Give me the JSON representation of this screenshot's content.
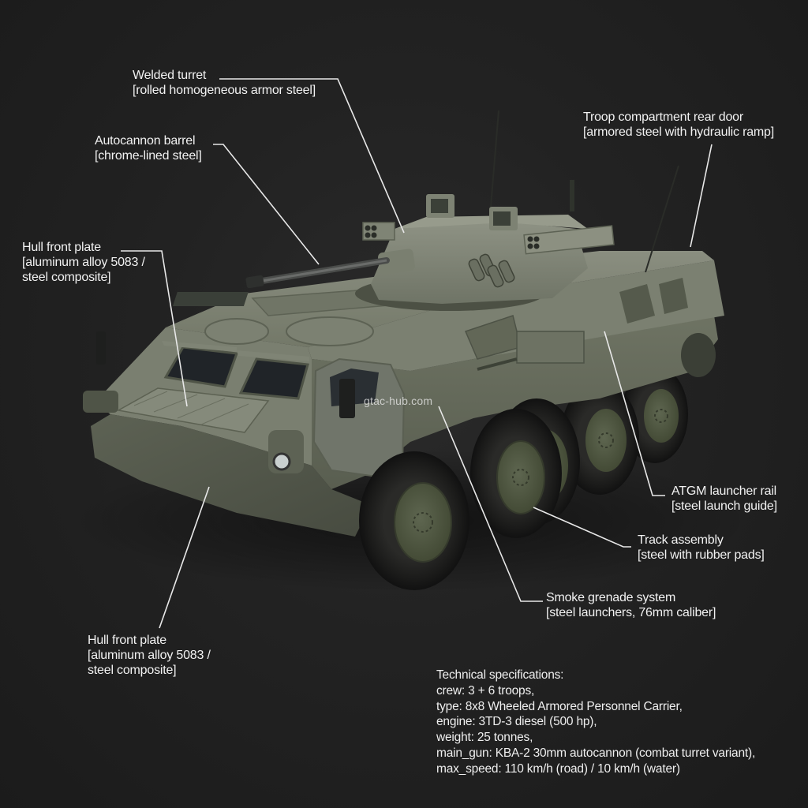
{
  "diagram": {
    "subject": "8x8 wheeled armored personnel carrier",
    "background_color": "#222222",
    "hull_color": "#6b7060",
    "label_color": "#f2f2f2",
    "leader_line_color": "#e8e8e8"
  },
  "callouts": [
    {
      "id": "welded-turret",
      "title": "Welded turret",
      "material": "[rolled homogeneous armor steel]"
    },
    {
      "id": "autocannon-barrel",
      "title": "Autocannon barrel",
      "material": "[chrome-lined steel]"
    },
    {
      "id": "hull-front-plate-upper",
      "title": "Hull front plate",
      "material": "[aluminum alloy 5083 /",
      "material2": "steel composite]"
    },
    {
      "id": "troop-rear-door",
      "title": "Troop compartment rear door",
      "material": "[armored steel with hydraulic ramp]"
    },
    {
      "id": "atgm-launcher-rail",
      "title": "ATGM launcher rail",
      "material": "[steel launch guide]"
    },
    {
      "id": "track-assembly",
      "title": "Track assembly",
      "material": "[steel with rubber pads]"
    },
    {
      "id": "smoke-grenade-system",
      "title": "Smoke grenade system",
      "material": "[steel launchers, 76mm caliber]"
    },
    {
      "id": "hull-front-plate-lower",
      "title": "Hull front plate",
      "material": "[aluminum alloy 5083 /",
      "material2": "steel composite]"
    }
  ],
  "watermark": "gtac-hub.com",
  "specs": {
    "heading": "Technical specifications:",
    "rows": [
      "crew: 3 + 6 troops,",
      "type: 8x8 Wheeled Armored Personnel Carrier,",
      "engine: 3TD-3 diesel (500 hp),",
      "weight: 25 tonnes,",
      "main_gun: KBA-2 30mm autocannon (combat turret variant),",
      "max_speed: 110 km/h (road) / 10 km/h (water)"
    ]
  }
}
